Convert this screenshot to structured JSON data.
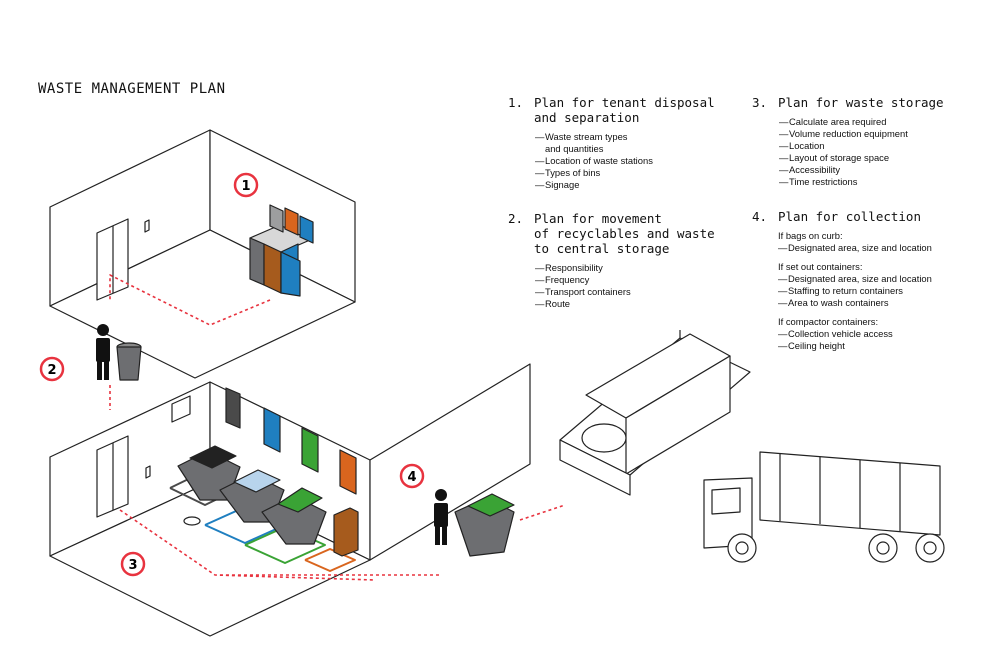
{
  "title": "WASTE MANAGEMENT PLAN",
  "sections": [
    {
      "number": "1.",
      "heading": "Plan for tenant disposal\nand separation",
      "items": [
        "Waste stream types\nand quantities",
        "Location of waste stations",
        "Types of bins",
        "Signage"
      ]
    },
    {
      "number": "2.",
      "heading": "Plan for movement\nof recyclables and waste\nto central storage",
      "items": [
        "Responsibility",
        "Frequency",
        "Transport containers",
        "Route"
      ]
    },
    {
      "number": "3.",
      "heading": "Plan for waste storage",
      "items": [
        "Calculate area required",
        "Volume reduction equipment",
        "Location",
        "Layout of storage space",
        "Accessibility",
        "Time restrictions"
      ]
    },
    {
      "number": "4.",
      "heading": "Plan for collection",
      "groups": [
        {
          "label": "If bags on curb:",
          "items": [
            "Designated area, size and location"
          ]
        },
        {
          "label": "If set out containers:",
          "items": [
            "Designated area, size and location",
            "Staffing to return containers",
            "Area to wash containers"
          ]
        },
        {
          "label": "If compactor containers:",
          "items": [
            "Collection vehicle access",
            "Ceiling height"
          ]
        }
      ]
    }
  ],
  "badges": [
    "1",
    "2",
    "3",
    "4"
  ],
  "colors": {
    "badge_ring": "#e8333f",
    "route_line": "#e8333f",
    "bin_blue": "#1f7fc0",
    "bin_brown": "#a65b1d",
    "bin_gray": "#6d6e71",
    "green": "#3aa335",
    "orange": "#d9651e",
    "black_bin": "#4a4a4a"
  },
  "icons": [
    "person-icon",
    "trash-can-icon",
    "recycle-icon",
    "garbage-truck-icon",
    "compactor-container-icon",
    "waste-cart-icon"
  ]
}
